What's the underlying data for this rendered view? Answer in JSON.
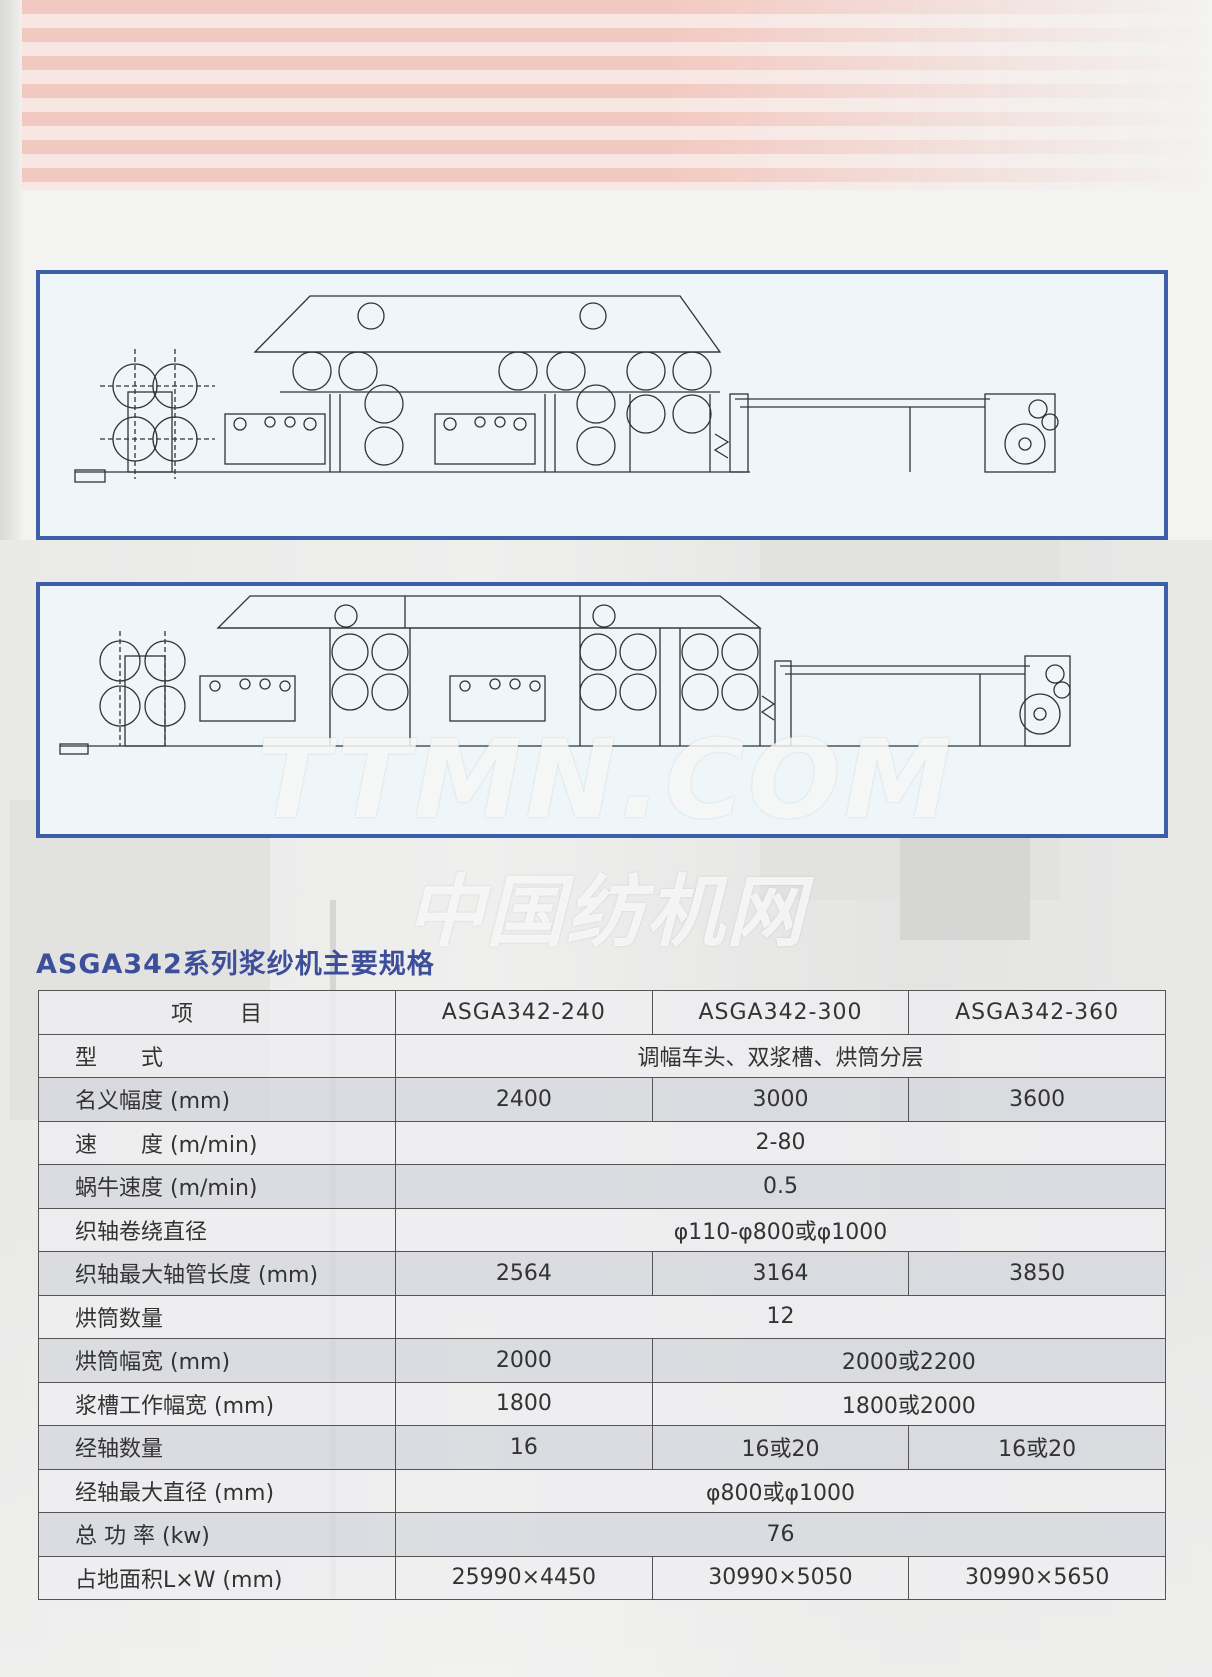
{
  "watermark": {
    "line1": "TTMN.COM",
    "line2": "中国纺机网"
  },
  "spec": {
    "title": "ASGA342系列浆纱机主要规格",
    "header": {
      "item": "项　　目",
      "models": [
        "ASGA342-240",
        "ASGA342-300",
        "ASGA342-360"
      ]
    },
    "rows": [
      {
        "label": "型　　式",
        "cells": [
          {
            "text": "调幅车头、双浆槽、烘筒分层",
            "span": 3
          }
        ]
      },
      {
        "label": "名义幅度 (mm)",
        "cells": [
          {
            "text": "2400",
            "span": 1
          },
          {
            "text": "3000",
            "span": 1
          },
          {
            "text": "3600",
            "span": 1
          }
        ]
      },
      {
        "label": "速　　度 (m/min)",
        "cells": [
          {
            "text": "2-80",
            "span": 3
          }
        ]
      },
      {
        "label": "蜗牛速度 (m/min)",
        "cells": [
          {
            "text": "0.5",
            "span": 3
          }
        ]
      },
      {
        "label": "织轴卷绕直径",
        "cells": [
          {
            "text": "φ110-φ800或φ1000",
            "span": 3
          }
        ]
      },
      {
        "label": "织轴最大轴管长度 (mm)",
        "cells": [
          {
            "text": "2564",
            "span": 1
          },
          {
            "text": "3164",
            "span": 1
          },
          {
            "text": "3850",
            "span": 1
          }
        ]
      },
      {
        "label": "烘筒数量",
        "cells": [
          {
            "text": "12",
            "span": 3
          }
        ]
      },
      {
        "label": "烘筒幅宽 (mm)",
        "cells": [
          {
            "text": "2000",
            "span": 1
          },
          {
            "text": "2000或2200",
            "span": 2
          }
        ]
      },
      {
        "label": "浆槽工作幅宽 (mm)",
        "cells": [
          {
            "text": "1800",
            "span": 1
          },
          {
            "text": "1800或2000",
            "span": 2
          }
        ]
      },
      {
        "label": "经轴数量",
        "cells": [
          {
            "text": "16",
            "span": 1
          },
          {
            "text": "16或20",
            "span": 1
          },
          {
            "text": "16或20",
            "span": 1
          }
        ]
      },
      {
        "label": "经轴最大直径 (mm)",
        "cells": [
          {
            "text": "φ800或φ1000",
            "span": 3
          }
        ]
      },
      {
        "label": "总 功 率 (kw)",
        "cells": [
          {
            "text": "76",
            "span": 3
          }
        ]
      },
      {
        "label": "占地面积L×W (mm)",
        "cells": [
          {
            "text": "25990×4450",
            "span": 1
          },
          {
            "text": "30990×5050",
            "span": 1
          },
          {
            "text": "30990×5650",
            "span": 1
          }
        ]
      }
    ]
  },
  "colors": {
    "frame": "#3d5ea8",
    "diagram_bg": "#eef6f9",
    "title": "#3d4f9a",
    "stripe": "#f2c9c1"
  }
}
